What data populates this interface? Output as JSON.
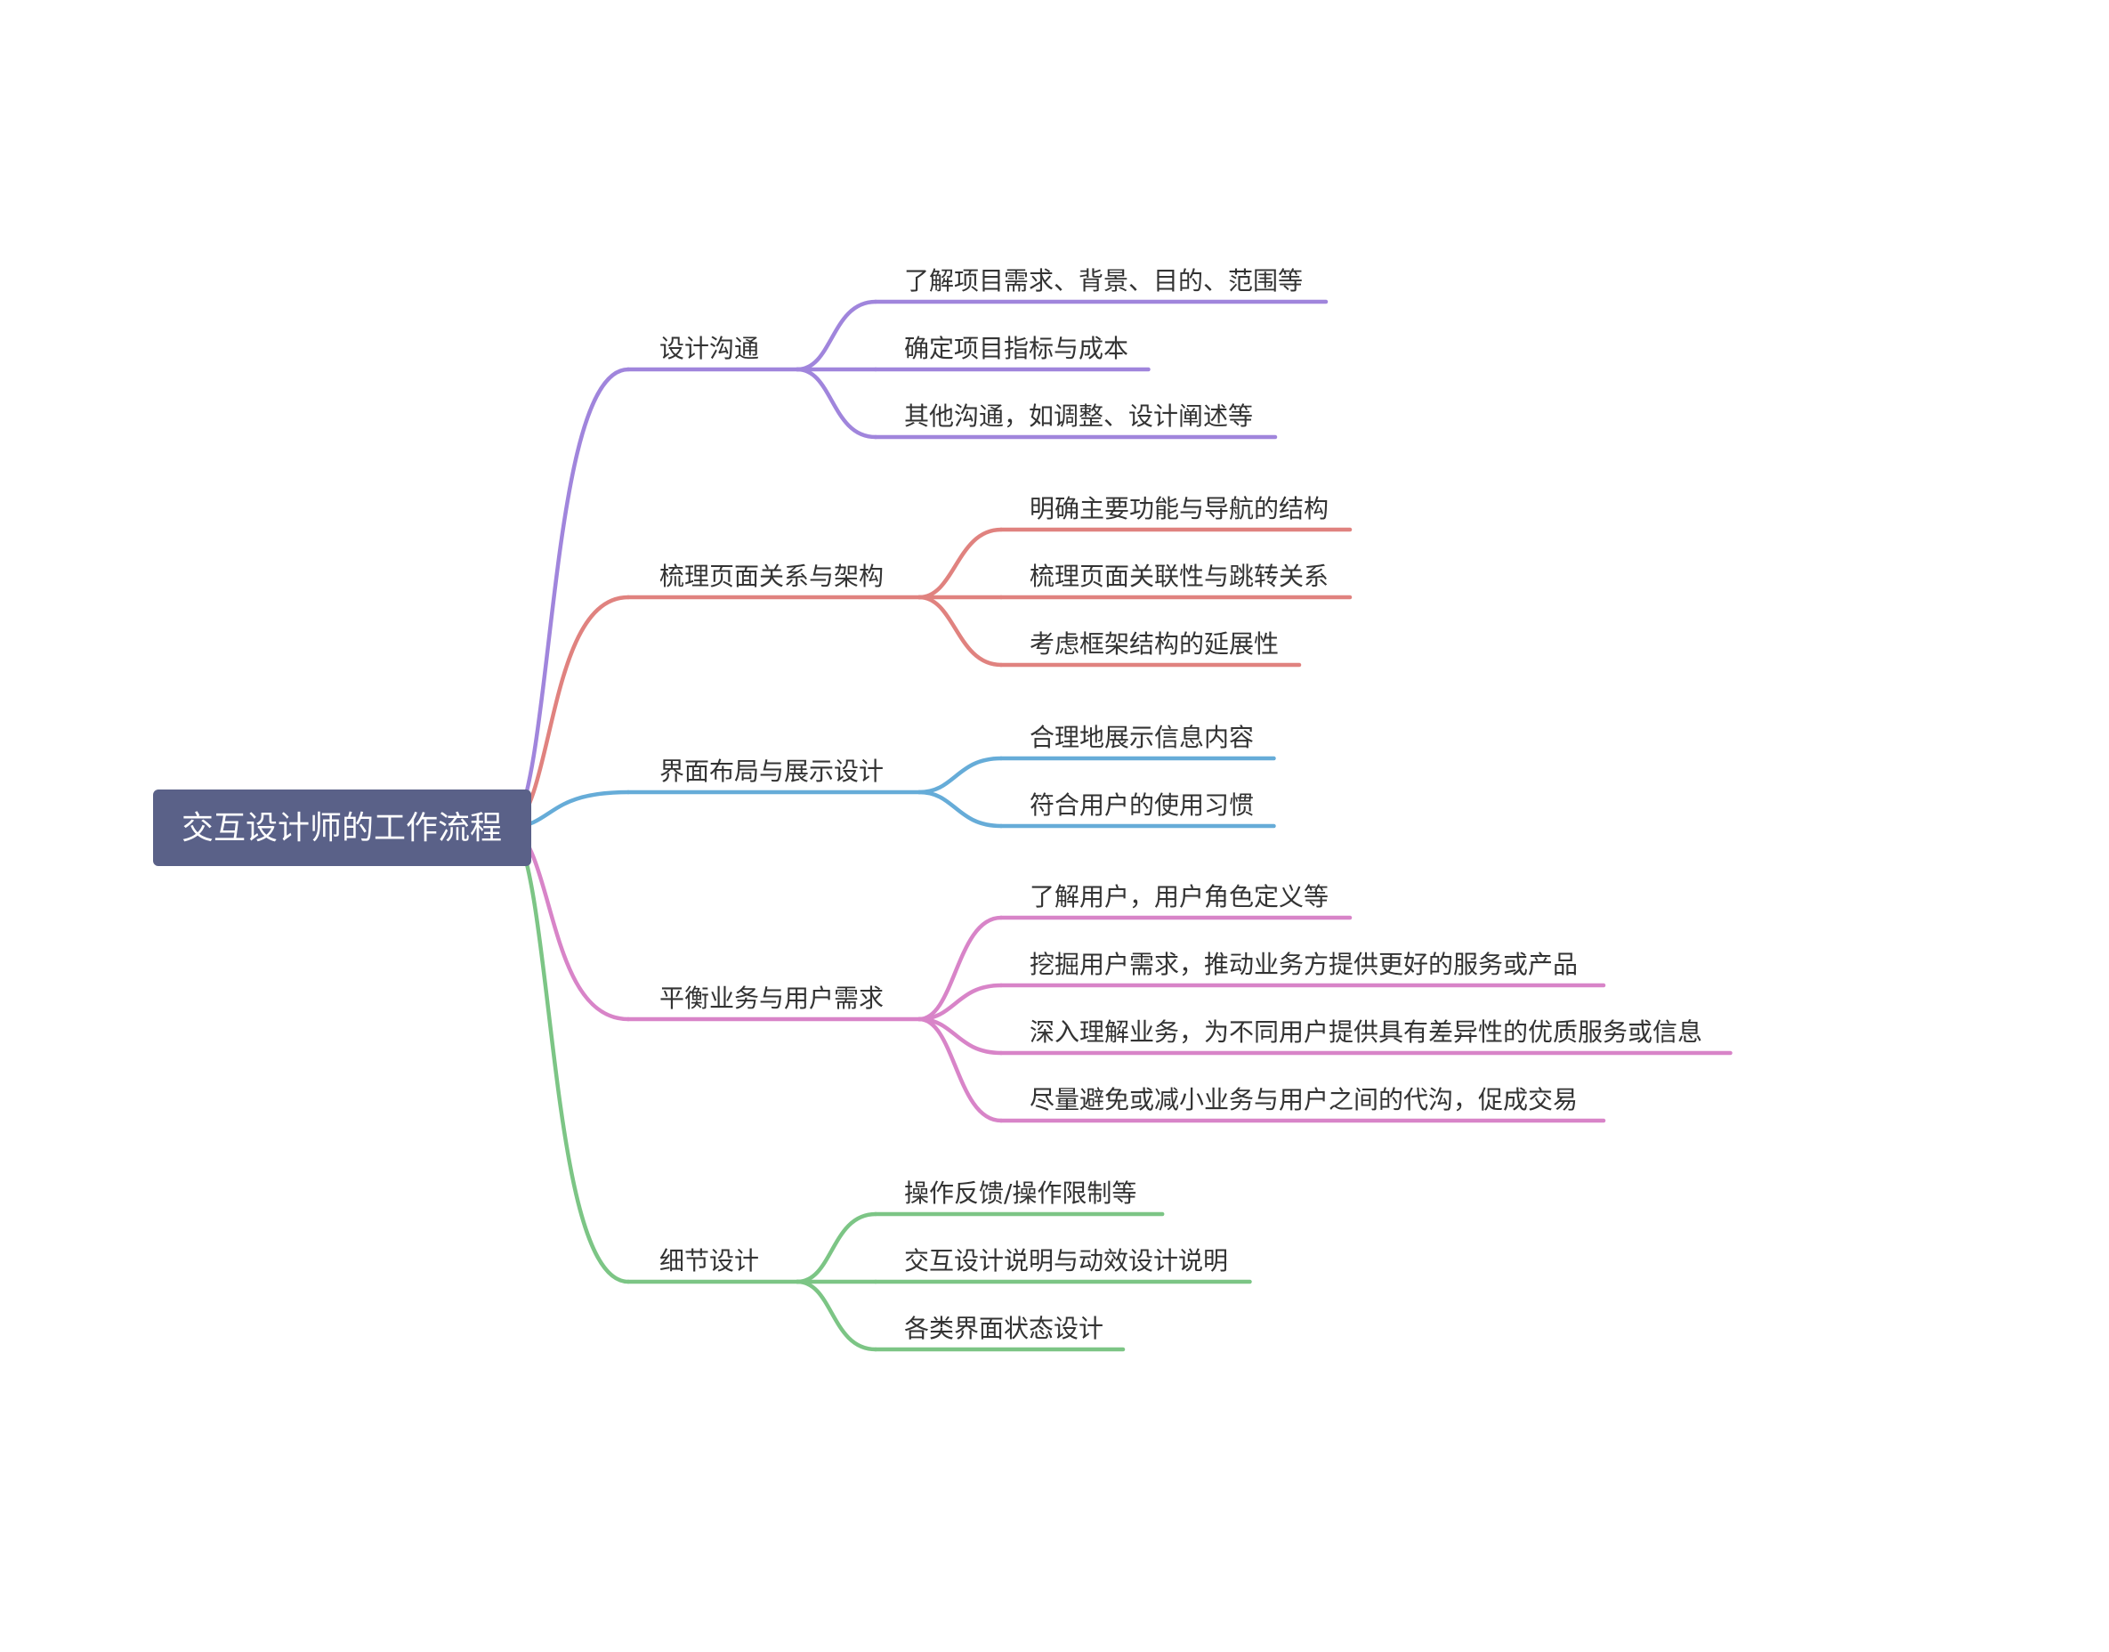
{
  "root": {
    "label": "交互设计师的工作流程",
    "color": "#5a6188"
  },
  "branches": [
    {
      "label": "设计沟通",
      "color": "#a085dc",
      "children": [
        "了解项目需求、背景、目的、范围等",
        "确定项目指标与成本",
        "其他沟通，如调整、设计阐述等"
      ]
    },
    {
      "label": "梳理页面关系与架构",
      "color": "#e0827f",
      "children": [
        "明确主要功能与导航的结构",
        "梳理页面关联性与跳转关系",
        "考虑框架结构的延展性"
      ]
    },
    {
      "label": "界面布局与展示设计",
      "color": "#66acd8",
      "children": [
        "合理地展示信息内容",
        "符合用户的使用习惯"
      ]
    },
    {
      "label": "平衡业务与用户需求",
      "color": "#d884c8",
      "children": [
        "了解用户，用户角色定义等",
        "挖掘用户需求，推动业务方提供更好的服务或产品",
        "深入理解业务，为不同用户提供具有差异性的优质服务或信息",
        "尽量避免或减小业务与用户之间的代沟，促成交易"
      ]
    },
    {
      "label": "细节设计",
      "color": "#7cc585",
      "children": [
        "操作反馈/操作限制等",
        "交互设计说明与动效设计说明",
        "各类界面状态设计"
      ]
    }
  ]
}
